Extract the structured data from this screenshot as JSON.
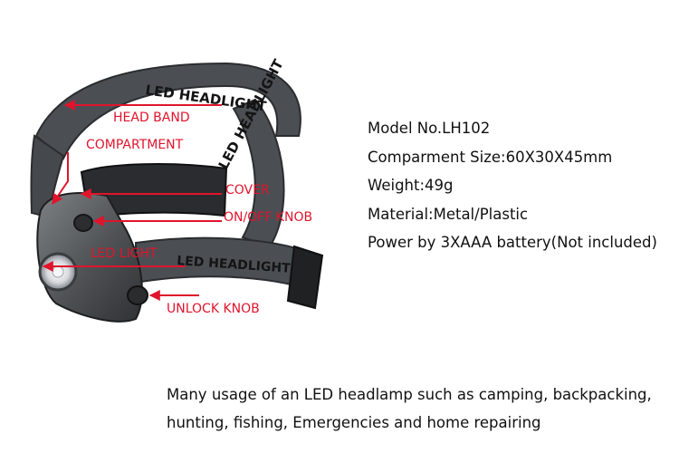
{
  "product_photo": {
    "strap_print": "LED HEADLIGHT",
    "labels": {
      "head_band": "HEAD BAND",
      "compartment": "COMPARTMENT",
      "cover": "COVER",
      "on_off_knob": "ON/OFF KNOB",
      "led_light": "LED LIGHT",
      "unlock_knob": "UNLOCK KNOB"
    },
    "label_color": "#e0142c",
    "strap_color": "#4b4f54",
    "housing_color": "#5a5d5f"
  },
  "specs": [
    "Model No.LH102",
    "Comparment Size:60X30X45mm",
    "Weight:49g",
    "Material:Metal/Plastic",
    "Power by 3XAAA battery(Not included)"
  ],
  "description": [
    "Many usage of an LED headlamp such as camping, backpacking,",
    "hunting, fishing, Emergencies and home repairing"
  ]
}
